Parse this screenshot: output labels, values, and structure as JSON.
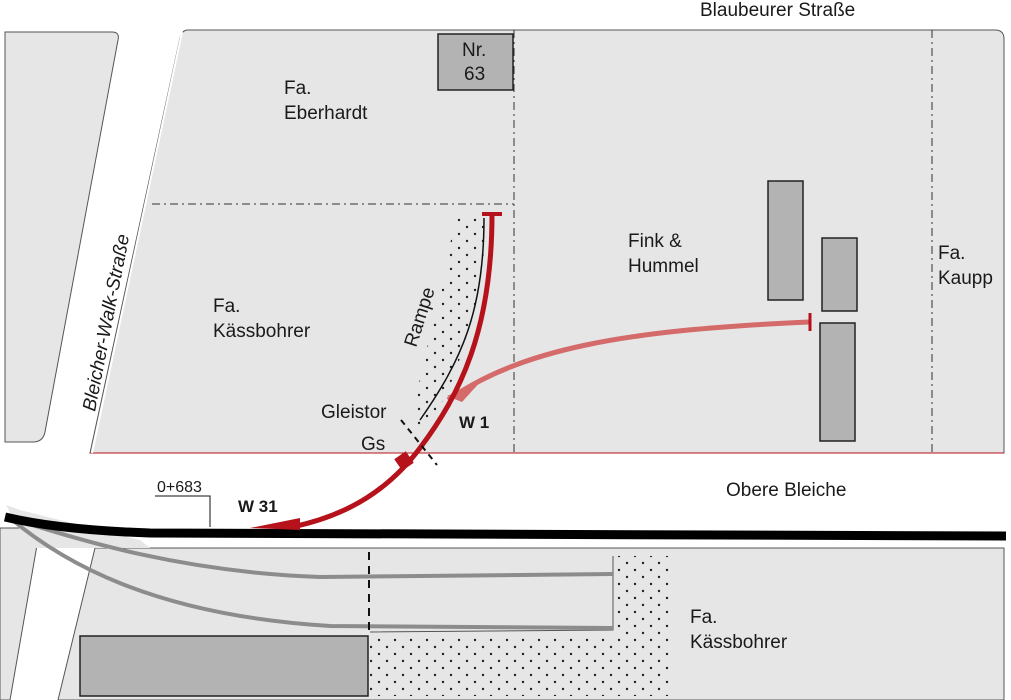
{
  "streets": {
    "top": "Blaubeurer Straße",
    "left": "Bleicher-Walk-Straße",
    "middle": "Obere Bleiche"
  },
  "buildings": {
    "nr63": {
      "line1": "Nr.",
      "line2": "63"
    }
  },
  "companies": {
    "eberhardt": {
      "line1": "Fa.",
      "line2": "Eberhardt"
    },
    "kaessbohrer_north": {
      "line1": "Fa.",
      "line2": "Kässbohrer"
    },
    "fink_hummel": {
      "line1": "Fink &",
      "line2": "Hummel"
    },
    "kaupp": {
      "line1": "Fa.",
      "line2": "Kaupp"
    },
    "kaessbohrer_south": {
      "line1": "Fa.",
      "line2": "Kässbohrer"
    }
  },
  "track_labels": {
    "rampe": "Rampe",
    "gleistor": "Gleistor",
    "gs": "Gs",
    "w1": "W 1",
    "w31": "W 31",
    "chainage": "0+683"
  },
  "colors": {
    "block_fill": "#e6e6e6",
    "building_fill": "#b3b3b3",
    "siding_red": "#b5121b",
    "siding_light_red": "#d46a6a",
    "mainline": "#000000",
    "old_track_gray": "#8c8c8c"
  }
}
